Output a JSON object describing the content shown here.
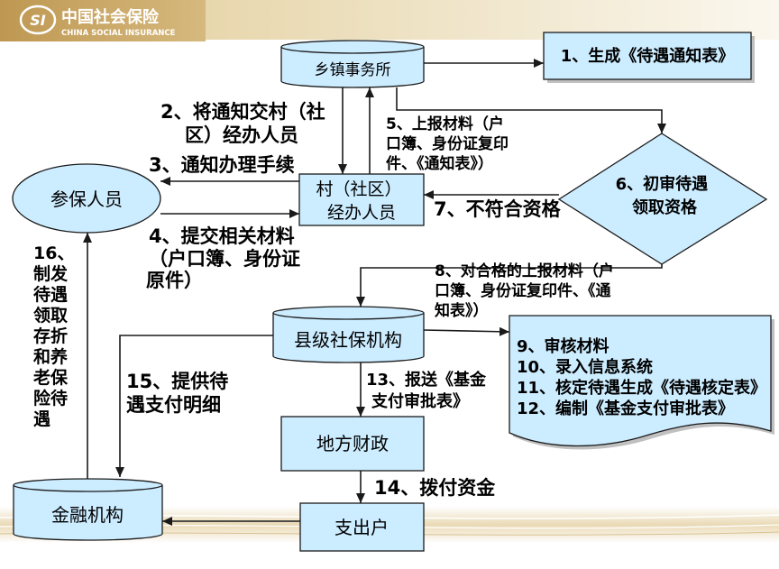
{
  "header": {
    "logo_mark": "SI",
    "org_cn": "中国社会保险",
    "org_en": "CHINA SOCIAL INSURANCE"
  },
  "colors": {
    "node_fill": "#ccecff",
    "stroke": "#1a1a1a",
    "text": "#000000",
    "shadow": "#8c8c8c",
    "banner_gold": "#c8a462",
    "banner_light": "#efe3c6"
  },
  "nodes": {
    "township_office": "乡镇事务所",
    "notice_form_box": "1、生成《待遇通知表》",
    "village_staff": [
      "村（社区）",
      "经办人员"
    ],
    "insured_person": "参保人员",
    "initial_review": [
      "6、初审待遇",
      "领取资格"
    ],
    "county_agency": "县级社保机构",
    "review_steps": [
      "9、审核材料",
      "10、录入信息系统",
      "11、核定待遇生成《待遇核定表》",
      "12、编制《基金支付审批表》"
    ],
    "local_finance": "地方财政",
    "financial_institution": "金融机构",
    "expenditure_account": "支出户"
  },
  "edge_labels": {
    "step2": [
      "2、将通知交村（社",
      "区）经办人员"
    ],
    "step3": "3、通知办理手续",
    "step4": [
      "4、提交相关材料",
      "（户口簿、身份证",
      "原件）"
    ],
    "step5": [
      "5、上报材料（户",
      "口簿、身份证复印",
      "件、《通知表》）"
    ],
    "step7": "7、不符合资格",
    "step8": [
      "8、对合格的上报材料（户",
      "口簿、身份证复印件、《通",
      "知表》）"
    ],
    "step13": [
      "13、报送《基金",
      "支付审批表》"
    ],
    "step14": "14、拨付资金",
    "step15": [
      "15、提供待",
      "遇支付明细"
    ],
    "step16": [
      "16、",
      "制发",
      "待遇",
      "领取",
      "存折",
      "和养",
      "老保",
      "险待",
      "遇"
    ]
  }
}
